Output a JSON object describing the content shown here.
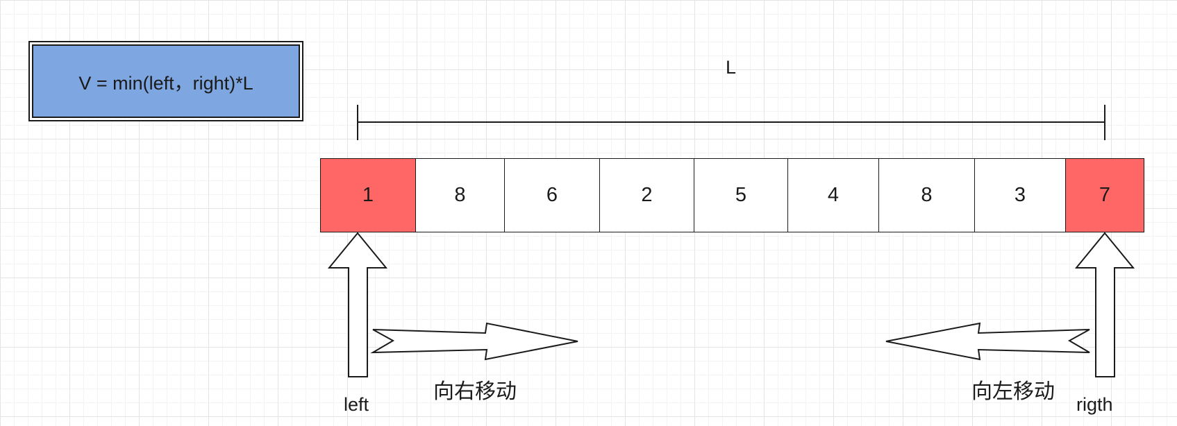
{
  "formula": "V = min(left，right)*L",
  "length_label": "L",
  "cells": [
    {
      "value": "1",
      "highlight": true
    },
    {
      "value": "8",
      "highlight": false
    },
    {
      "value": "6",
      "highlight": false
    },
    {
      "value": "2",
      "highlight": false
    },
    {
      "value": "5",
      "highlight": false
    },
    {
      "value": "4",
      "highlight": false
    },
    {
      "value": "8",
      "highlight": false
    },
    {
      "value": "3",
      "highlight": false
    },
    {
      "value": "7",
      "highlight": true
    }
  ],
  "pointers": {
    "left_label": "left",
    "right_label": "rigth"
  },
  "moves": {
    "move_right": "向右移动",
    "move_left": "向左移动"
  },
  "colors": {
    "formula_fill": "#7ea6e0",
    "highlight_fill": "#ff6666"
  }
}
